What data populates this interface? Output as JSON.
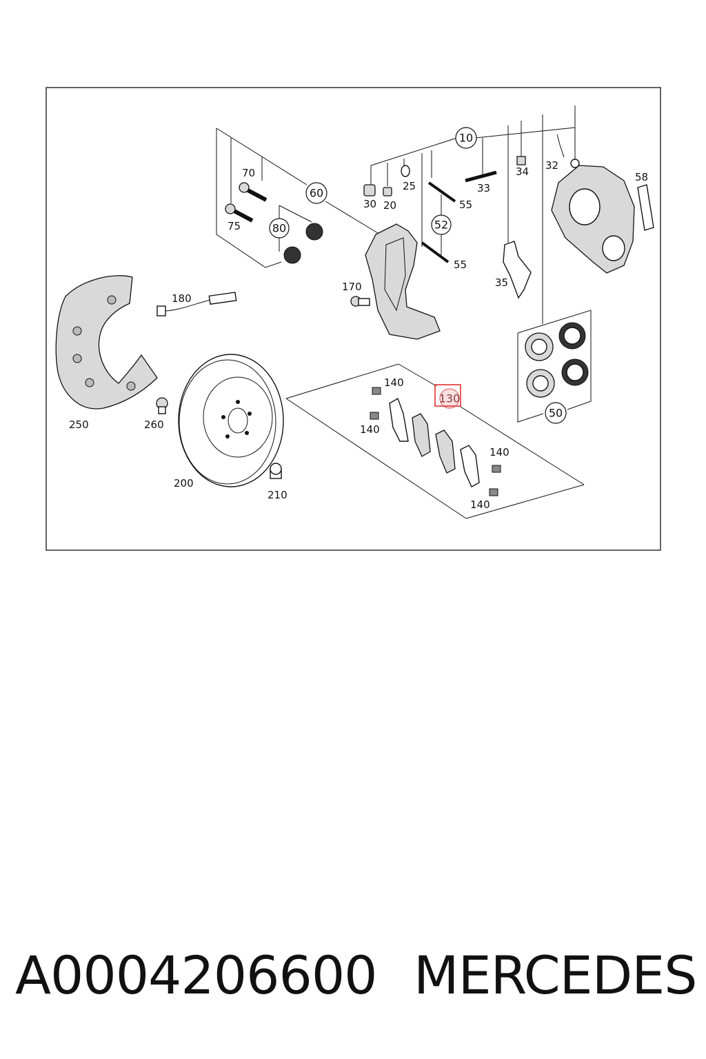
{
  "diagram": {
    "labels": {
      "l10": "10",
      "l20": "20",
      "l25": "25",
      "l30": "30",
      "l32": "32",
      "l33": "33",
      "l34": "34",
      "l35": "35",
      "l50": "50",
      "l52": "52",
      "l55a": "55",
      "l55b": "55",
      "l58": "58",
      "l60": "60",
      "l70": "70",
      "l75": "75",
      "l80": "80",
      "l130": "130",
      "l140a": "140",
      "l140b": "140",
      "l140c": "140",
      "l140d": "140",
      "l170": "170",
      "l180": "180",
      "l200": "200",
      "l210": "210",
      "l250": "250",
      "l260": "260"
    },
    "highlight_color": "#e03030"
  },
  "footer": {
    "part_number": "A0004206600",
    "brand": "MERCEDES"
  }
}
